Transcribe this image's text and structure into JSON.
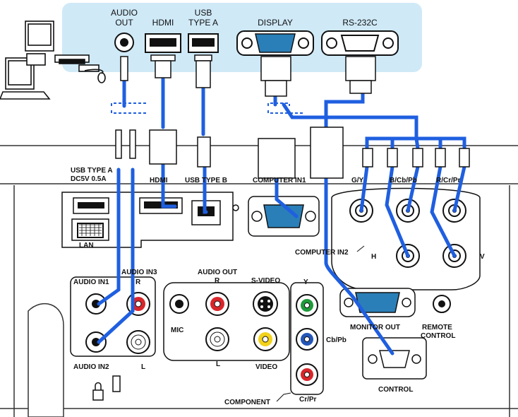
{
  "computer_ports": {
    "audio_out": [
      "AUDIO",
      "OUT"
    ],
    "hdmi": "HDMI",
    "usb_type_a": [
      "USB",
      "TYPE A"
    ],
    "display": "DISPLAY",
    "rs232c": "RS-232C"
  },
  "projector_labels": {
    "usb_type_a": "USB TYPE A",
    "usb_power": "DC5V 0.5A",
    "hdmi": "HDMI",
    "usb_type_b": "USB TYPE B",
    "computer_in1": "COMPUTER IN1",
    "g_y": "G/Y",
    "b_cb_pb": "B/Cb/Pb",
    "r_cr_pr": "R/Cr/Pr",
    "lan": "LAN",
    "computer_in2": "COMPUTER IN2",
    "h": "H",
    "v": "V",
    "audio_in1": "AUDIO IN1",
    "audio_in3": "AUDIO IN3",
    "audio_in3_r": "R",
    "audio_in3_l": "L",
    "audio_in2": "AUDIO IN2",
    "audio_out": "AUDIO OUT",
    "audio_out_r": "R",
    "audio_out_l": "L",
    "s_video": "S-VIDEO",
    "mic": "MIC",
    "video": "VIDEO",
    "y": "Y",
    "cb_pb": "Cb/Pb",
    "cr_pr": "Cr/Pr",
    "component": "COMPONENT",
    "monitor_out": "MONITOR OUT",
    "remote_control": [
      "REMOTE",
      "CONTROL"
    ],
    "control": "CONTROL"
  },
  "colors": {
    "computer_panel": "#cfe9f7",
    "cable": "#1f5fe0",
    "connector_blue": "#2a7fb8",
    "jack_red": "#d8262b",
    "jack_green": "#1f9a3a",
    "jack_blue": "#2456b8",
    "jack_yellow": "#f2d21b"
  }
}
